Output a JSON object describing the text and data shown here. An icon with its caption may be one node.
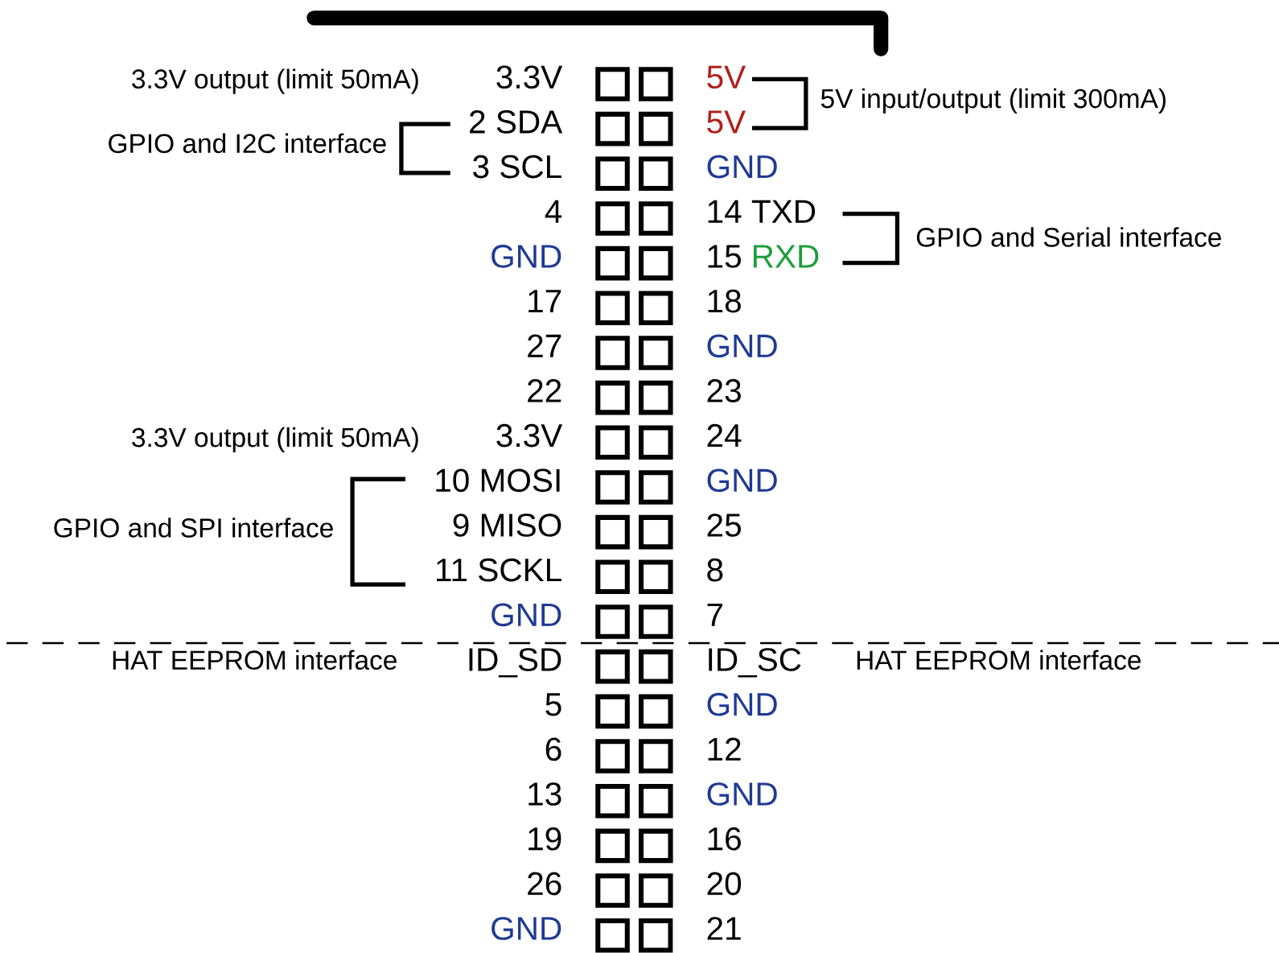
{
  "diagram": {
    "labels": [
      "3.3V output (limit 50mA)",
      "3.3V",
      "5V",
      "5V input/output (limit 300mA)",
      "GPIO and I2C interface",
      "2 SDA",
      "5V",
      "3 SCL",
      "GND",
      "4",
      "14 TXD",
      "GPIO and Serial interface",
      "GND",
      "15",
      "RXD",
      "17",
      "18",
      "27",
      "GND",
      "22",
      "23",
      "3.3V output (limit 50mA)",
      "3.3V",
      "24",
      "10 MOSI",
      "GND",
      "GPIO and SPI interface",
      "9 MISO",
      "25",
      "11 SCKL",
      "8",
      "GND",
      "7",
      "HAT EEPROM interface",
      "ID_SD",
      "ID_SC",
      "HAT EEPROM interface",
      "5",
      "GND",
      "6",
      "12",
      "13",
      "GND",
      "19",
      "16",
      "26",
      "20",
      "GND",
      "21"
    ]
  }
}
